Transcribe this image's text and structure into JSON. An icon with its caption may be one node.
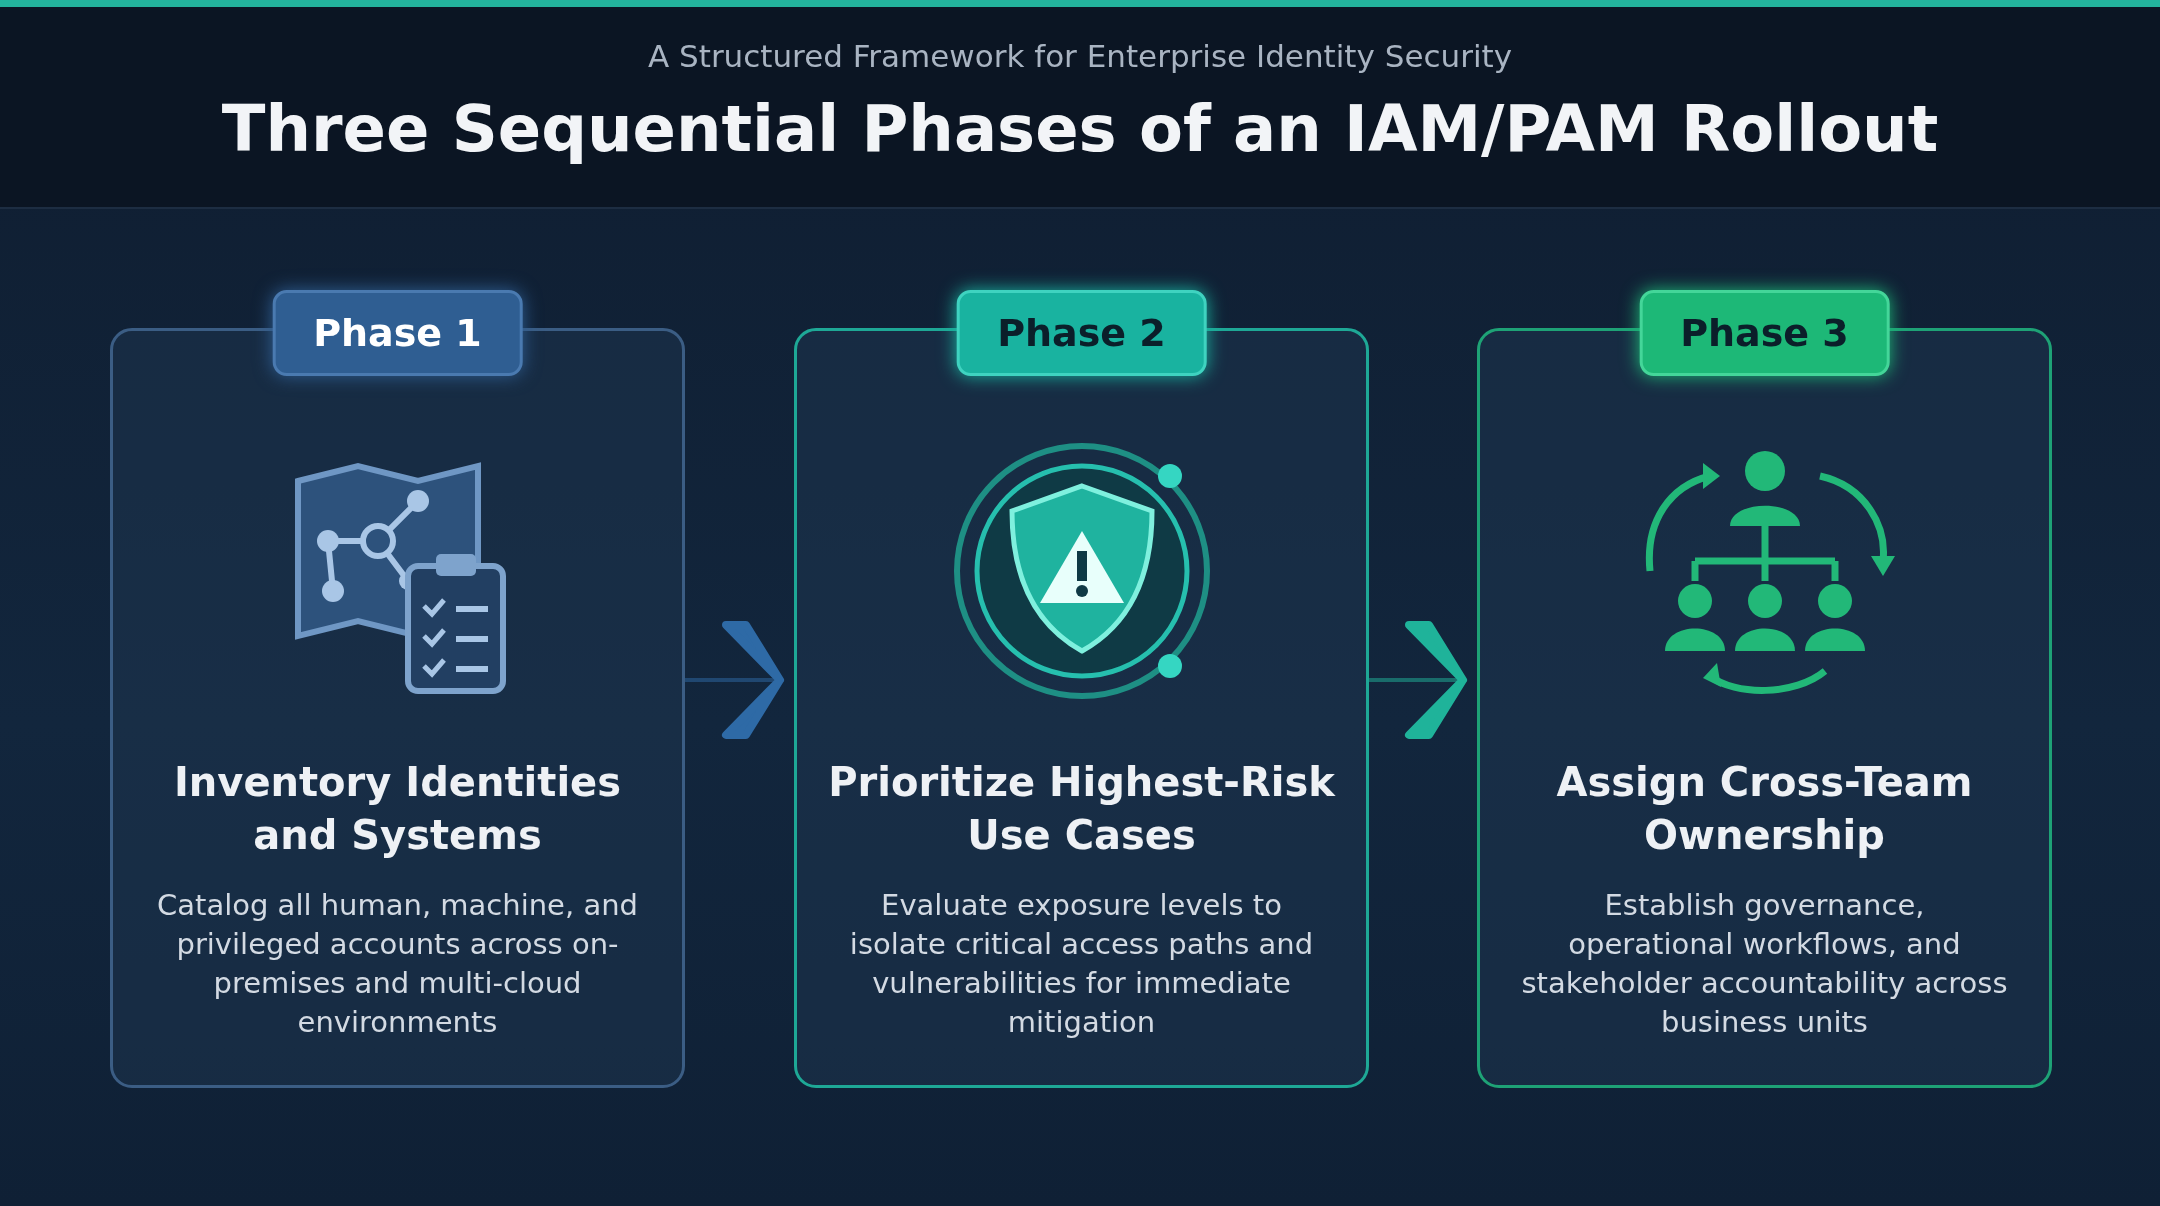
{
  "diagram": {
    "title": "Three Sequential Phases of an IAM/PAM Rollout",
    "nodes": [
      {
        "text": [
          "Phase 1",
          "Inventory Identities and Systems",
          "Catalog all human, machine, and privileged accounts across on-premises and multi-cloud environments"
        ]
      },
      {
        "text": [
          "Phase 2",
          "Prioritize Highest-Risk Use Cases",
          "Evaluate exposure levels to isolate critical access paths and vulnerabilities for immediate mitigation"
        ]
      },
      {
        "text": [
          "Phase 3",
          "Assign Cross-Team Ownership",
          "Establish governance, operational workflows, and stakeholder accountability across business units"
        ]
      }
    ],
    "edges": [
      {
        "from": 0,
        "to": 1,
        "arrow": "to",
        "color": "#2e6aa6"
      },
      {
        "from": 1,
        "to": 2,
        "arrow": "to",
        "color": "#1fb39a"
      }
    ],
    "labels": [
      "A Structured Framework for Enterprise Identity Security"
    ]
  }
}
